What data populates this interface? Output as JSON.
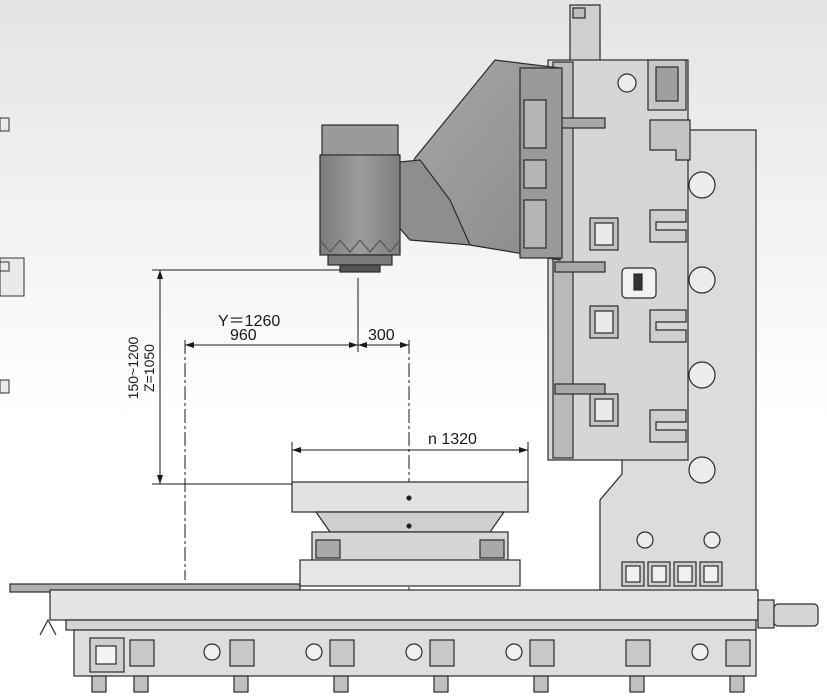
{
  "dimensions": {
    "y_travel": "Y＝1260",
    "y_left": "960",
    "y_right": "300",
    "z_range": "150~1200",
    "z_travel": "Z=1050",
    "table_diameter": "n 1320"
  },
  "colors": {
    "background_top": "#e6e6e6",
    "machine_body": "#dedede",
    "head_dark": "#8c8c8c",
    "head_mid": "#a3a3a3",
    "outline": "#2b2b2b",
    "dimension_line": "#1a1a1a"
  }
}
